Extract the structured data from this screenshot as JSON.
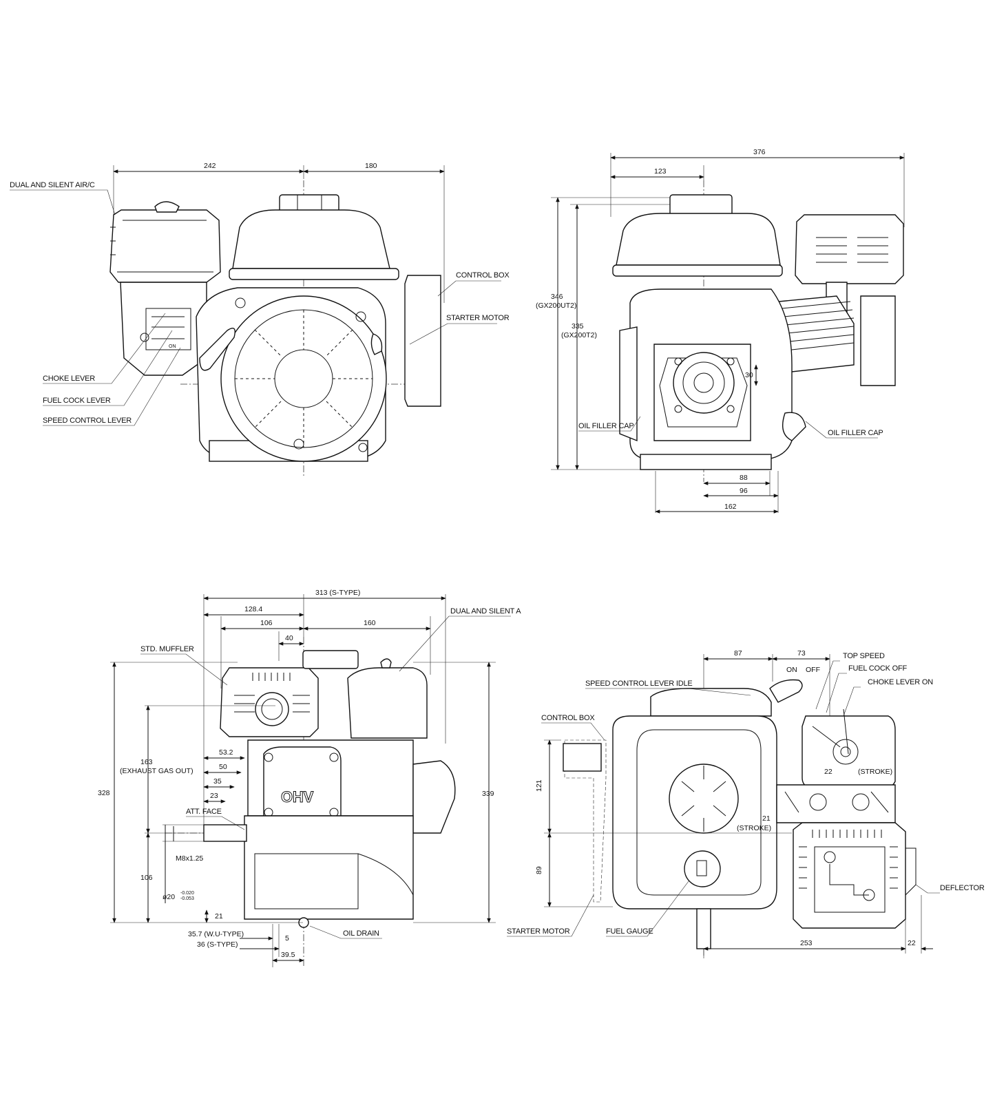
{
  "view_front": {
    "dims": {
      "d242": "242",
      "d180": "180"
    },
    "labels": {
      "dual_air": "DUAL AND SILENT AIR/C",
      "control_box": "CONTROL BOX",
      "starter_motor": "STARTER MOTOR",
      "choke_lever": "CHOKE LEVER",
      "fuel_cock": "FUEL COCK LEVER",
      "speed_control": "SPEED CONTROL LEVER",
      "on_mark": "ON"
    }
  },
  "view_back": {
    "dims": {
      "d376": "376",
      "d123": "123",
      "d346": "346",
      "d346b": "(GX200UT2)",
      "d335": "335",
      "d335b": "(GX200T2)",
      "d30": "30",
      "d88": "88",
      "d96": "96",
      "d162": "162"
    },
    "labels": {
      "oil_filler_left": "OIL FILLER CAP",
      "oil_filler_right": "OIL FILLER CAP"
    }
  },
  "view_side": {
    "dims": {
      "d313": "313 (S-TYPE)",
      "d128": "128.4",
      "d106": "106",
      "d160": "160",
      "d40": "40",
      "d53": "53.2",
      "d50": "50",
      "d35": "35",
      "d23": "23",
      "d163": "163",
      "d163b": "(EXHAUST GAS OUT)",
      "d328": "328",
      "d339": "339",
      "d106v": "106",
      "d21": "21",
      "d357": "35.7 (W.U-TYPE)",
      "d36": "36 (S-TYPE)",
      "d5": "5",
      "d395": "39.5",
      "m8": "M8x1.25",
      "phi20": "ø20",
      "tol1": "-0.020",
      "tol2": "-0.053"
    },
    "labels": {
      "muffler": "STD. MUFFLER",
      "dual_air": "DUAL AND SILENT A",
      "att_face": "ATT. FACE",
      "oil_drain": "OIL DRAIN",
      "ohv": "OHV"
    }
  },
  "view_top": {
    "dims": {
      "d87": "87",
      "d73": "73",
      "on": "ON",
      "off": "OFF",
      "d22": "22",
      "stroke1": "(STROKE)",
      "d21": "21",
      "stroke2": "(STROKE)",
      "d121": "121",
      "d89": "89",
      "d253": "253",
      "d22b": "22"
    },
    "labels": {
      "top_speed": "TOP SPEED",
      "fuel_cock_off": "FUEL COCK OFF",
      "choke_on": "CHOKE LEVER ON",
      "speed_idle": "SPEED CONTROL LEVER IDLE",
      "control_box": "CONTROL BOX",
      "deflector": "DEFLECTOR",
      "starter_motor": "STARTER MOTOR",
      "fuel_gauge": "FUEL GAUGE"
    }
  }
}
